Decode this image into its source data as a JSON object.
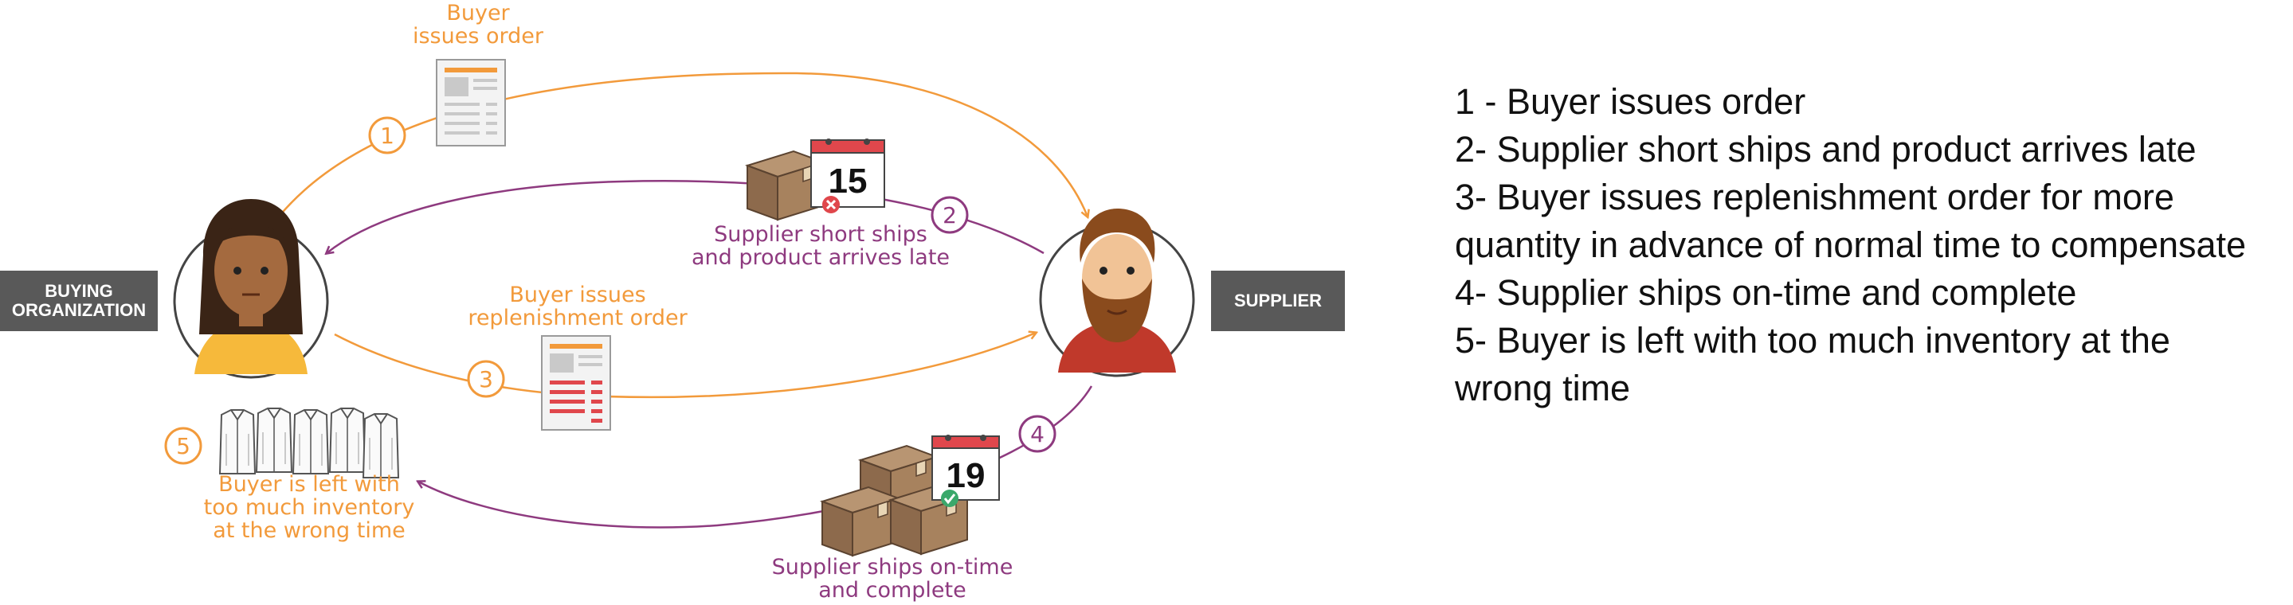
{
  "nodes": {
    "buyer_box": [
      "BUYING",
      "ORGANIZATION"
    ],
    "supplier_box": "SUPPLIER"
  },
  "steps": {
    "s1": {
      "num": "1",
      "label": [
        "Buyer",
        "issues order"
      ]
    },
    "s2": {
      "num": "2",
      "label": [
        "Supplier short ships",
        "and product arrives late"
      ],
      "calendar": "15"
    },
    "s3": {
      "num": "3",
      "label": [
        "Buyer issues",
        "replenishment order"
      ]
    },
    "s4": {
      "num": "4",
      "label": [
        "Supplier ships on-time",
        "and complete"
      ],
      "calendar": "19"
    },
    "s5": {
      "num": "5",
      "label": [
        "Buyer is left with",
        "too much inventory",
        "at the wrong time"
      ]
    }
  },
  "legend": [
    "1 - Buyer issues order",
    "2- Supplier short ships and product arrives late",
    "3- Buyer issues replenishment order for more",
    "quantity in advance of normal time to compensate",
    "4- Supplier ships on-time and complete",
    "5- Buyer is left with too much inventory at the",
    "wrong time"
  ],
  "colors": {
    "orange": "#f29a3b",
    "purple": "#8e3a7f",
    "dark_box": "#595959"
  },
  "icons": [
    "document-icon",
    "box-icon",
    "calendar-icon",
    "shirt-icon",
    "buyer-avatar-icon",
    "supplier-avatar-icon",
    "error-badge-icon",
    "check-badge-icon"
  ]
}
